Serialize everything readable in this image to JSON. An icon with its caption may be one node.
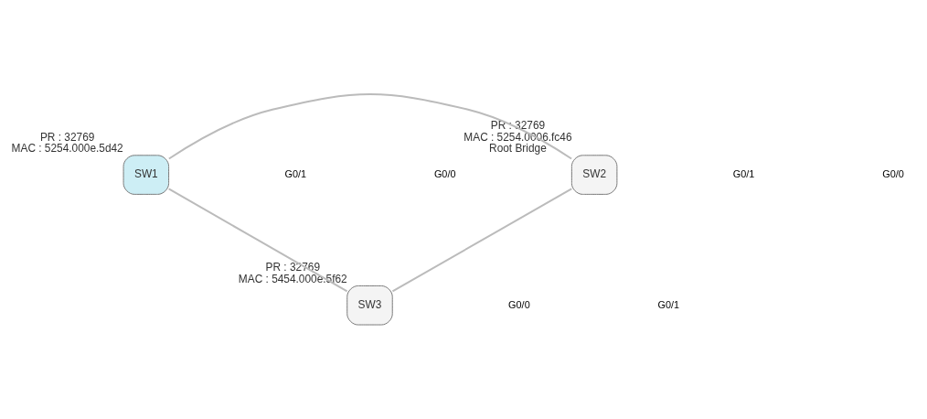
{
  "diagram": {
    "nodes": [
      {
        "text": [
          "SW1"
        ],
        "beside": [
          "PR : 32769",
          "MAC : 5254.000e.5d42"
        ]
      },
      {
        "text": [
          "SW2"
        ],
        "beside": [
          "PR : 32769",
          "MAC : 5254.0006.fc46",
          "Root Bridge"
        ]
      },
      {
        "text": [
          "SW3"
        ],
        "beside": [
          "PR : 32769",
          "MAC : 5454.000e.5f62"
        ]
      }
    ],
    "edges": [
      {
        "from": 0,
        "to": 1,
        "arrow": "none"
      },
      {
        "from": 0,
        "to": 2,
        "arrow": "none"
      },
      {
        "from": 1,
        "to": 2,
        "arrow": "none"
      }
    ],
    "labels": [
      "G0/0",
      "G0/0",
      "G0/1",
      "G0/1",
      "G0/1",
      "G0/0"
    ]
  }
}
